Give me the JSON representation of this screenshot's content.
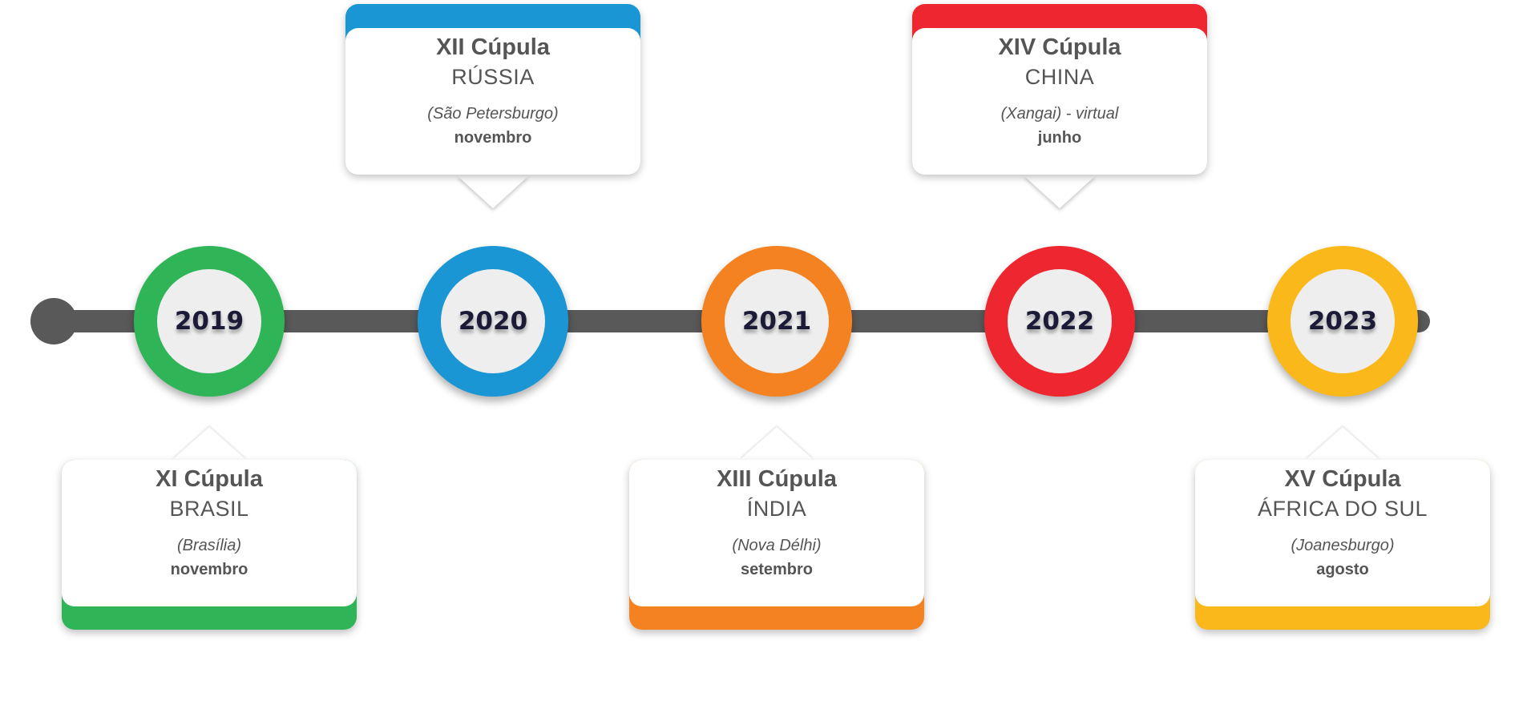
{
  "events": [
    {
      "year": "2019",
      "title": "XI Cúpula",
      "country": "BRASIL",
      "city": "(Brasília)",
      "month": "novembro",
      "color": "#2fb457"
    },
    {
      "year": "2020",
      "title": "XII Cúpula",
      "country": "RÚSSIA",
      "city": "(São Petersburgo)",
      "month": "novembro",
      "color": "#1b96d4"
    },
    {
      "year": "2021",
      "title": "XIII Cúpula",
      "country": "ÍNDIA",
      "city": "(Nova Délhi)",
      "month": "setembro",
      "color": "#f58220"
    },
    {
      "year": "2022",
      "title": "XIV Cúpula",
      "country": "CHINA",
      "city": "(Xangai) - virtual",
      "month": "junho",
      "color": "#ed2630"
    },
    {
      "year": "2023",
      "title": "XV Cúpula",
      "country": "ÁFRICA DO SUL",
      "city": "(Joanesburgo)",
      "month": "agosto",
      "color": "#fbb81b"
    }
  ]
}
